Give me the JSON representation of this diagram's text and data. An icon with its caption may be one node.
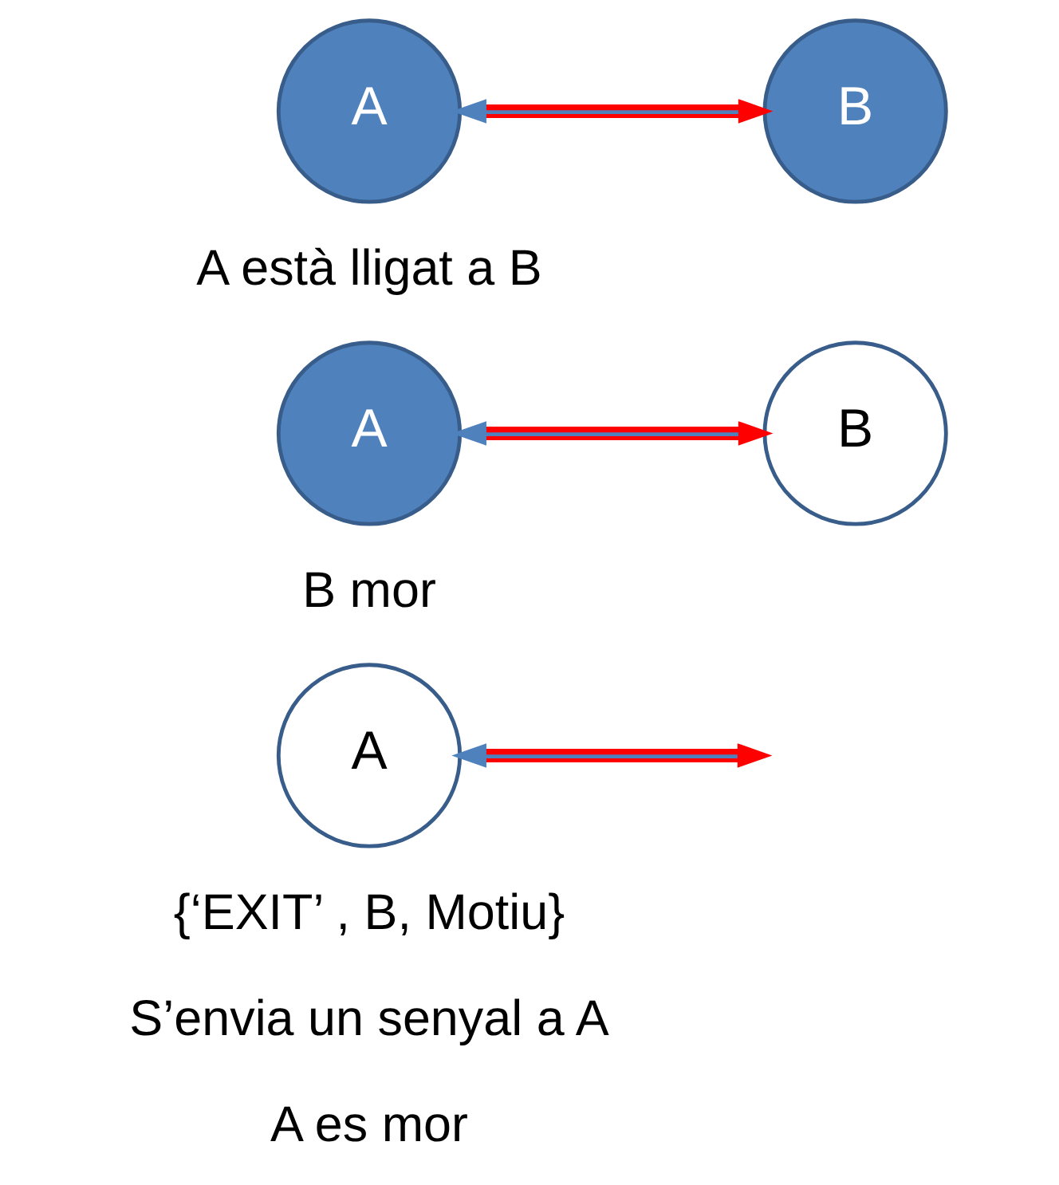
{
  "diagram": {
    "nodes": [
      {
        "text": [
          "A"
        ]
      },
      {
        "text": [
          "B"
        ]
      },
      {
        "text": [
          "A"
        ]
      },
      {
        "text": [
          "B"
        ]
      },
      {
        "text": [
          "A"
        ]
      }
    ],
    "edges": [
      {
        "from": 0,
        "to": 1,
        "arrow": "both"
      },
      {
        "from": 2,
        "to": 3,
        "arrow": "both"
      },
      {
        "from": 4,
        "to": null,
        "arrow": "both"
      }
    ],
    "labels": [
      "A està lligat a B",
      "B mor",
      "{‘EXIT’ , B, Motiu}",
      "S’envia un senyal a A",
      "A es mor"
    ]
  }
}
